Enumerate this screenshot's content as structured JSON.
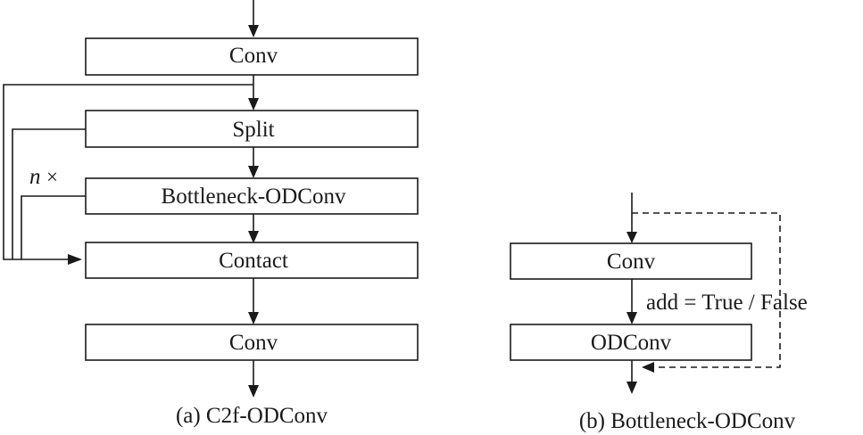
{
  "diagram_a": {
    "blocks": {
      "conv_top": "Conv",
      "split": "Split",
      "bottleneck": "Bottleneck-ODConv",
      "contact": "Contact",
      "conv_bottom": "Conv"
    },
    "repeat_var": "n",
    "repeat_symbol": "×",
    "caption": "(a) C2f-ODConv"
  },
  "diagram_b": {
    "blocks": {
      "conv": "Conv",
      "odconv": "ODConv"
    },
    "shortcut_label": "add = True / False",
    "caption": "(b) Bottleneck-ODConv"
  }
}
